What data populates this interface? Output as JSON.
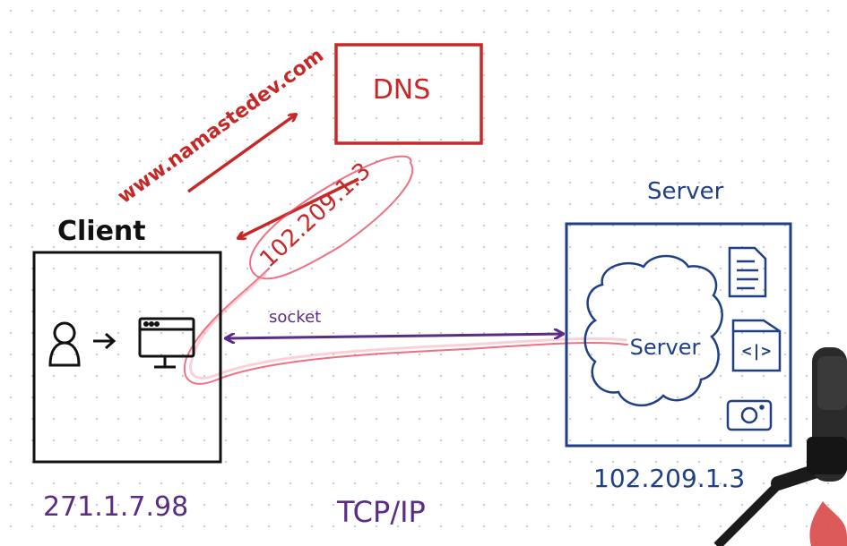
{
  "diagram": {
    "dns_label": "DNS",
    "domain_label": "www.namastedev.com",
    "dns_response_ip": "102.209.1.3",
    "client_title": "Client",
    "server_title": "Server",
    "server_cloud_label": "Server",
    "code_tag": "<|>",
    "socket_label": "socket",
    "client_ip": "271.1.7.98",
    "server_ip": "102.209.1.3",
    "protocol_label": "TCP/IP"
  },
  "colors": {
    "dns_red": "#c62828",
    "client_black": "#111111",
    "server_blue": "#1f3f86",
    "socket_purple": "#5b2c83",
    "highlight_pink": "#e8405a"
  }
}
